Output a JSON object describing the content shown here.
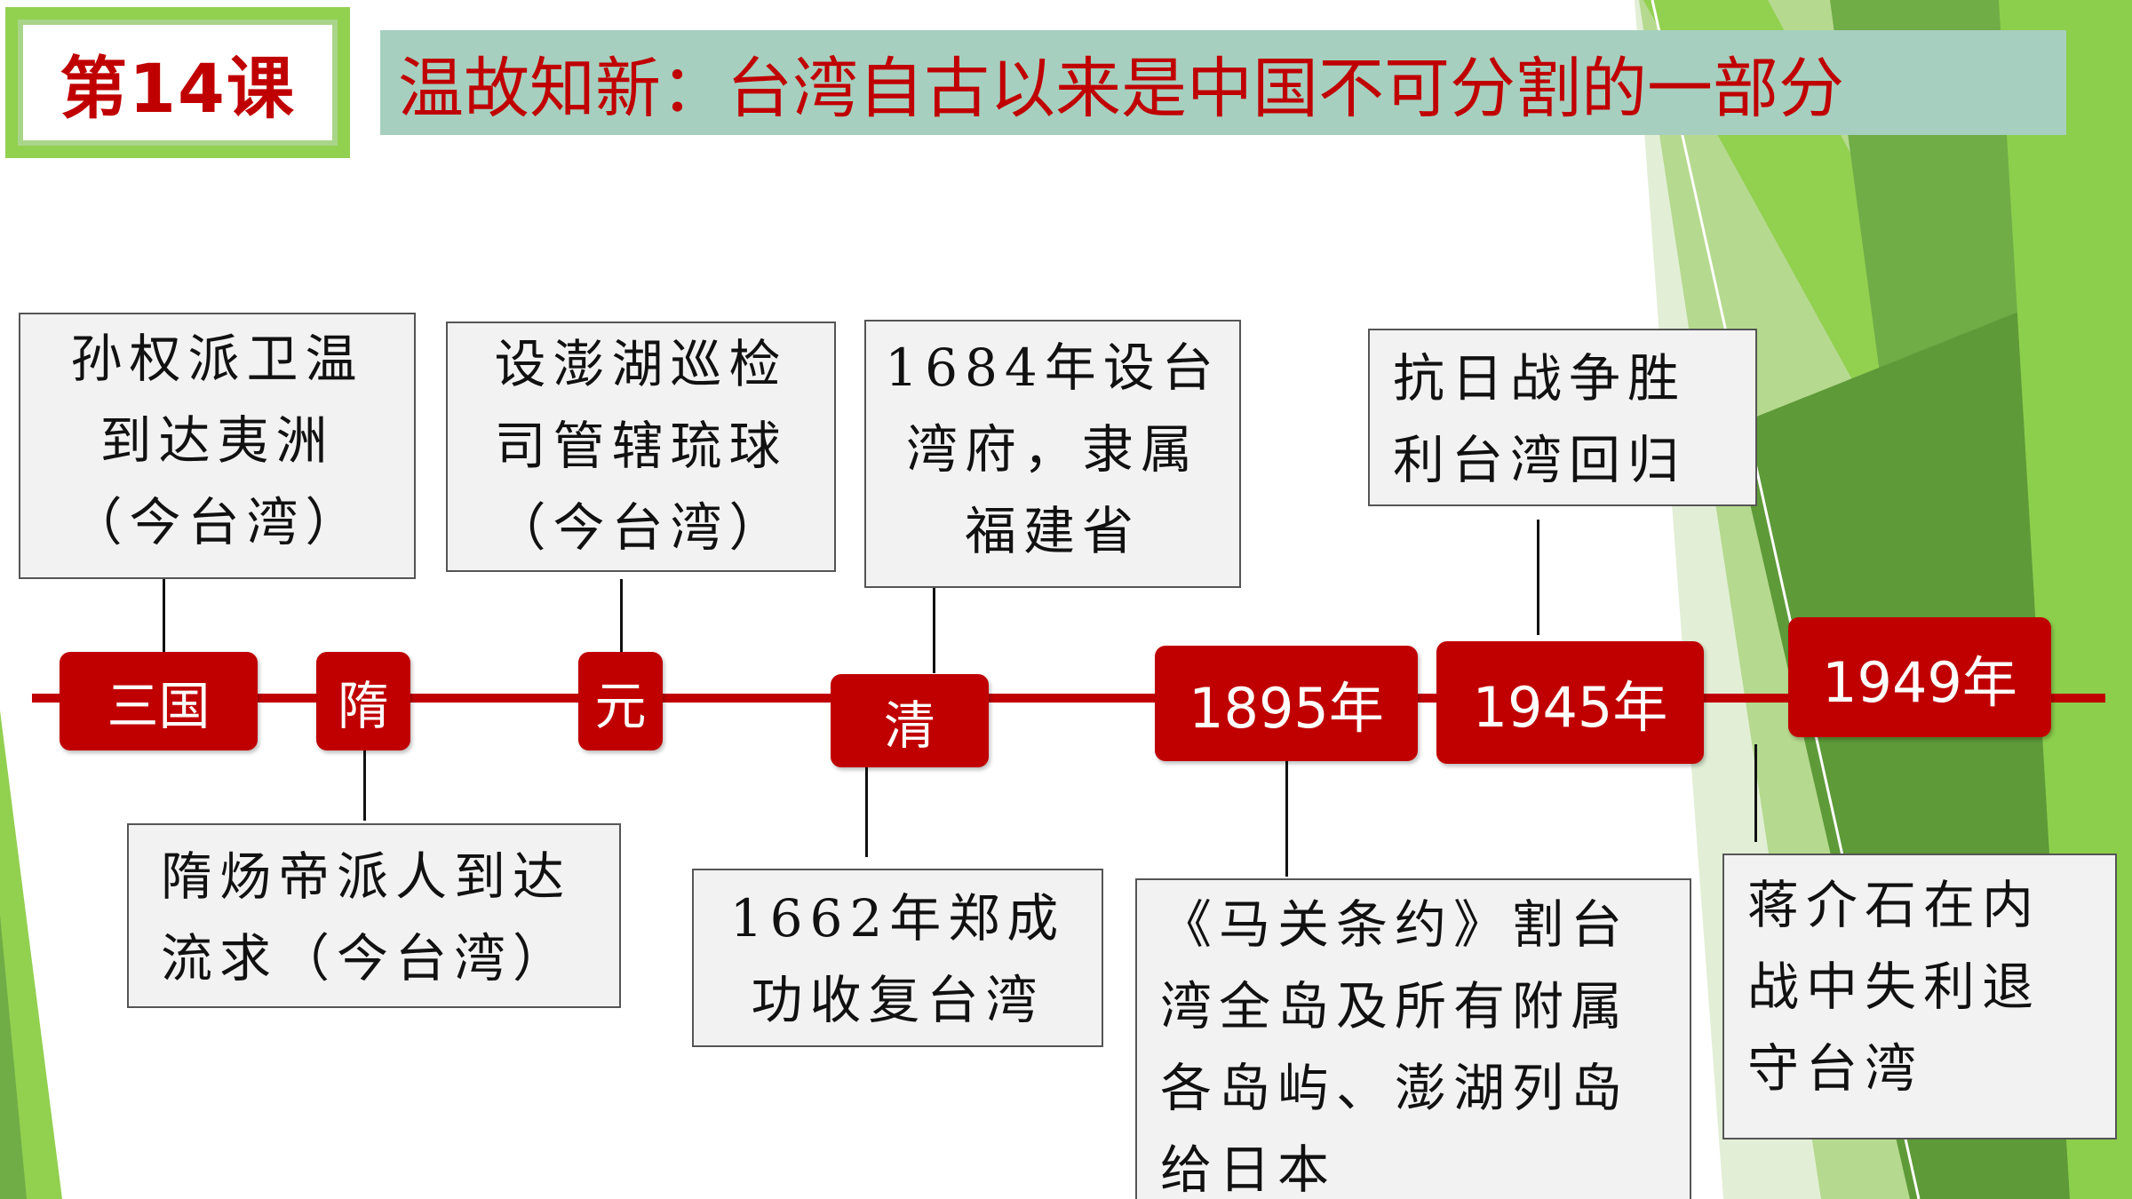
{
  "lesson": {
    "label": "第14课"
  },
  "title": "温故知新：台湾自古以来是中国不可分割的一部分",
  "theme": {
    "accent": "#c00000",
    "green": "#92d050",
    "title_bg": "#a6cfbf"
  },
  "timeline": {
    "eras": [
      "三国",
      "隋",
      "元",
      "清",
      "1895年",
      "1945年",
      "1949年"
    ],
    "events": [
      {
        "era": "三国",
        "lines": [
          "孙权派卫温",
          "到达夷洲",
          "（今台湾）"
        ]
      },
      {
        "era": "隋",
        "lines": [
          "隋炀帝派人到达",
          "流求（今台湾）"
        ]
      },
      {
        "era": "元",
        "lines": [
          "设澎湖巡检",
          "司管辖琉球",
          "（今台湾）"
        ]
      },
      {
        "era": "清",
        "lines": [
          "1662年郑成",
          "功收复台湾"
        ]
      },
      {
        "era": "清",
        "lines": [
          "1684年设台",
          "湾府，隶属",
          "福建省"
        ]
      },
      {
        "era": "1895年",
        "lines": [
          "《马关条约》割台",
          "湾全岛及所有附属",
          "各岛屿、澎湖列岛",
          "给日本"
        ]
      },
      {
        "era": "1945年",
        "lines": [
          "抗日战争胜",
          "利台湾回归"
        ]
      },
      {
        "era": "1949年",
        "lines": [
          "蒋介石在内",
          "战中失利退",
          "守台湾"
        ]
      }
    ]
  }
}
